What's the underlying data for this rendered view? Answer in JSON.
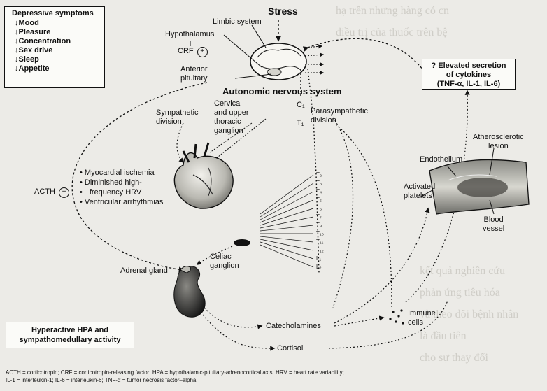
{
  "depressive_box": {
    "title": "Depressive symptoms",
    "items": [
      "↓Mood",
      "↓Pleasure",
      "↓Concentration",
      "↓Sex drive",
      "↓Sleep",
      "↓Appetite"
    ]
  },
  "stress": "Stress",
  "limbic_system": "Limbic system",
  "hypothalamus": "Hypothalamus",
  "crf": "CRF",
  "plus_symbol": "+",
  "anterior_pituitary": [
    "Anterior",
    "pituitary"
  ],
  "autonomic": "Autonomic nervous system",
  "sympathetic_division": [
    "Sympathetic",
    "division"
  ],
  "cervical_ganglion": [
    "Cervical",
    "and upper",
    "thoracic",
    "ganglion"
  ],
  "c1": "C₁",
  "t1": "T₁",
  "parasympathetic": [
    "Parasympathetic",
    "division"
  ],
  "cytokines": [
    "? Elevated secretion",
    "of cytokines",
    "(TNF-α, IL-1, IL-6)"
  ],
  "endothelium": "Endothelium",
  "atherosclerotic": [
    "Atherosclerotic",
    "lesion"
  ],
  "activated_platelets": [
    "Activated",
    "platelets"
  ],
  "blood_vessel": [
    "Blood",
    "vessel"
  ],
  "heart_effects": [
    "Myocardial ischemia",
    "Diminished high-",
    "frequency HRV",
    "Ventricular arrhythmias"
  ],
  "acth": "ACTH",
  "celiac_ganglion": [
    "Celiac",
    "ganglion"
  ],
  "adrenal_gland": "Adrenal gland",
  "immune_cells": [
    "Immune",
    "cells"
  ],
  "catecholamines": "Catecholamines",
  "cortisol": "Cortisol",
  "hpa_box": [
    "Hyperactive HPA and",
    "sympathomedullary activity"
  ],
  "spine_labels": [
    "T₂",
    "T₃",
    "T₄",
    "T₅",
    "T₆",
    "T₇",
    "T₉",
    "T₁₀",
    "T₁₁",
    "T₁₂",
    "L₁",
    "L₂"
  ],
  "footnote": [
    "ACTH = corticotropin; CRF = corticotropin-releasing factor; HPA = hypothalamic-pituitary-adrenocortical axis; HRV = heart rate variability;",
    "IL-1 = interleukin-1; IL-6 = interleukin-6; TNF-α = tumor necrosis factor–alpha"
  ],
  "background_text": [
    "hạ trên nhưng hàng có cn",
    "điều trị của thuốc trên bệ",
    "",
    "",
    "",
    "",
    "",
    "",
    "",
    "",
    "",
    "",
    "kết quả nghiên cứu",
    "phản ứng tiêu hóa",
    "và theo dõi bệnh nhân",
    "là đầu tiên",
    "cho sự thay đổi"
  ],
  "colors": {
    "ink": "#111111",
    "paper": "#ecebe7",
    "box": "#fbfbf8",
    "ghost": "#b8b6ae"
  }
}
